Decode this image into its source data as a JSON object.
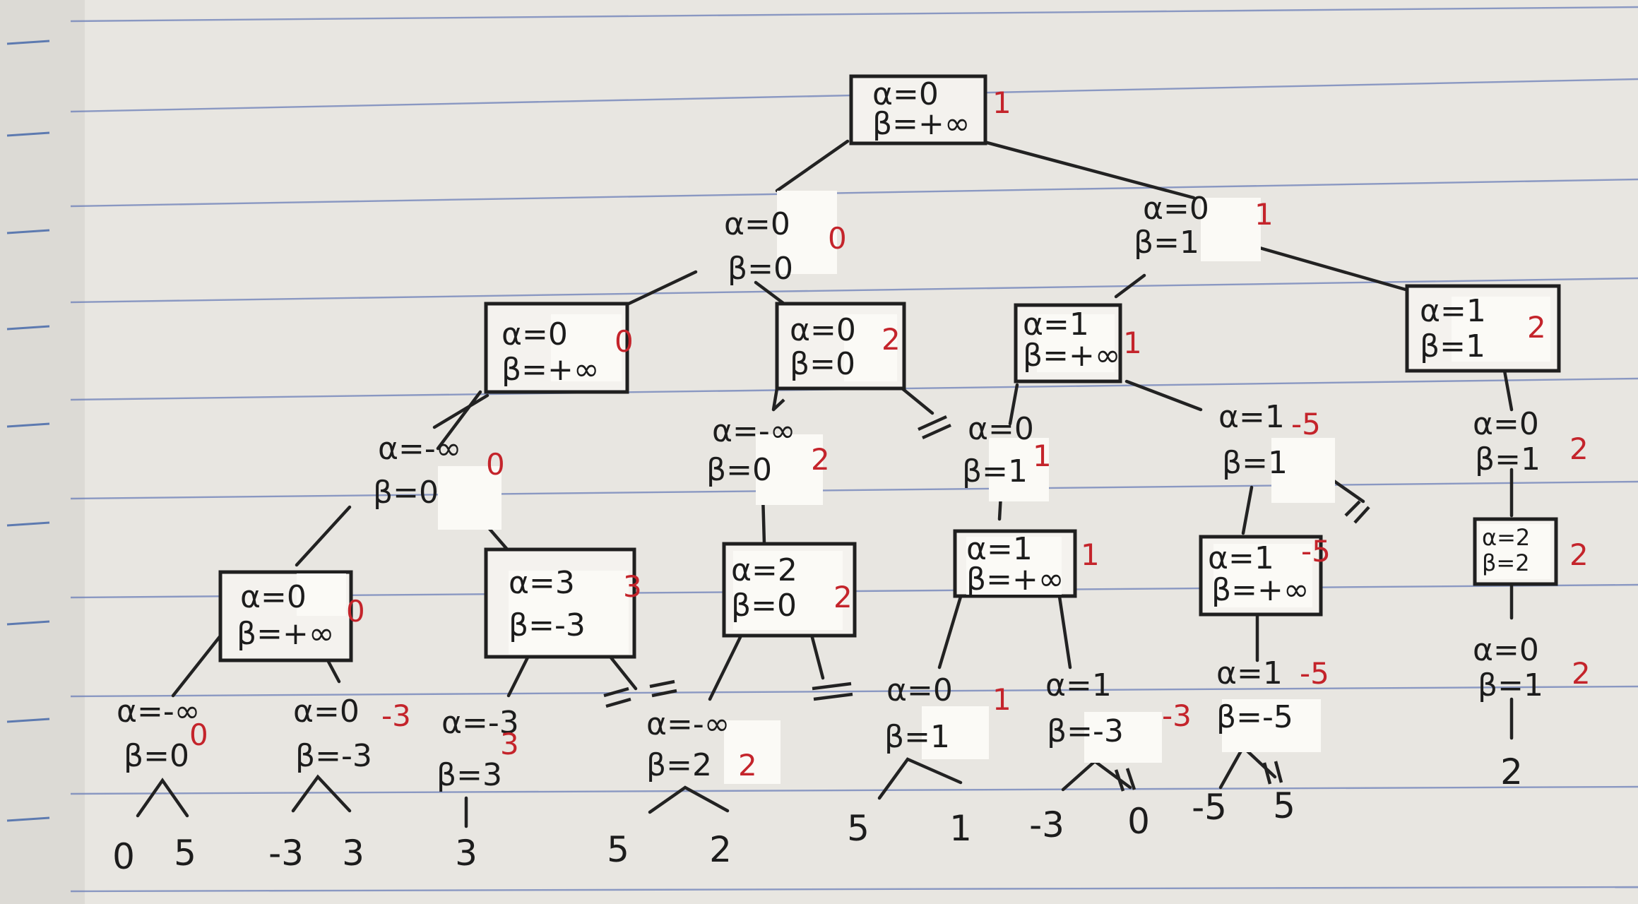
{
  "root": {
    "alpha": "α=0",
    "beta": "β=+∞",
    "value": "1"
  },
  "n_l1_left": {
    "alpha": "α=0",
    "beta": "β=0",
    "value": "0"
  },
  "n_l1_right": {
    "alpha": "α=0",
    "beta": "β=1",
    "value": "1"
  },
  "n_l2_a": {
    "alpha": "α=0",
    "beta": "β=+∞",
    "value": "0"
  },
  "n_l2_b": {
    "alpha": "α=0",
    "beta": "β=0",
    "value": "2"
  },
  "n_l2_c": {
    "alpha": "α=1",
    "beta": "β=+∞",
    "value": "1"
  },
  "n_l2_d": {
    "alpha": "α=1",
    "beta": "β=1",
    "value": "2"
  },
  "n_l3_a": {
    "alpha": "α=-∞",
    "beta": "β=0",
    "value": "0"
  },
  "n_l3_b": {
    "alpha": "α=-∞",
    "beta": "β=0",
    "value": "2"
  },
  "n_l3_c": {
    "alpha": "α=0",
    "beta": "β=1",
    "value": "1"
  },
  "n_l3_d": {
    "alpha": "α=1",
    "beta": "β=1",
    "value": "-5"
  },
  "n_l3_e": {
    "alpha": "α=0",
    "beta": "β=1",
    "value": "2"
  },
  "n_l4_a": {
    "alpha": "α=0",
    "beta": "β=+∞",
    "value": "0"
  },
  "n_l4_b": {
    "alpha": "α=3",
    "beta": "β=-3",
    "value": "3"
  },
  "n_l4_c": {
    "alpha": "α=2",
    "beta": "β=0",
    "value": "2"
  },
  "n_l4_d": {
    "alpha": "α=1",
    "beta": "β=+∞",
    "value": "1"
  },
  "n_l4_e": {
    "alpha": "α=1",
    "beta": "β=+∞",
    "value": "-5"
  },
  "n_l4_f": {
    "alpha": "α=2",
    "beta": "β=2",
    "value": "2"
  },
  "n_l5_a": {
    "alpha": "α=-∞",
    "beta": "β=0",
    "value": "0"
  },
  "n_l5_b": {
    "alpha": "α=0",
    "beta": "β=-3",
    "value": "-3"
  },
  "n_l5_c": {
    "alpha": "α=-3",
    "beta": "β=3",
    "value": "3"
  },
  "n_l5_d": {
    "alpha": "α=-∞",
    "beta": "β=2",
    "value": "2"
  },
  "n_l5_e": {
    "alpha": "α=0",
    "beta": "β=1",
    "value": "1"
  },
  "n_l5_f": {
    "alpha": "α=1",
    "beta": "β=-3",
    "value": "-3"
  },
  "n_l5_g": {
    "alpha": "α=1",
    "beta": "β=-5",
    "value": "-5"
  },
  "n_l5_h": {
    "alpha": "α=0",
    "beta": "β=1",
    "value": "2"
  },
  "leaves": [
    "0",
    "5",
    "-3",
    "3",
    "3",
    "5",
    "2",
    "5",
    "1",
    "-3",
    "0",
    "-5",
    "5",
    "2"
  ]
}
